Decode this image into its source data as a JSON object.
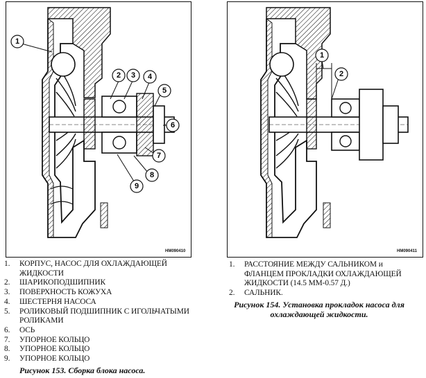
{
  "figure153": {
    "code": "HM090410",
    "callouts": [
      "1",
      "2",
      "3",
      "4",
      "5",
      "6",
      "7",
      "8",
      "9"
    ],
    "legend": [
      {
        "num": "1.",
        "text": "КОРПУС, НАСОС ДЛЯ ОХЛАЖДАЮЩЕЙ\nЖИДКОСТИ"
      },
      {
        "num": "2.",
        "text": "ШАРИКОПОДШИПНИК"
      },
      {
        "num": "3.",
        "text": "ПОВЕРХНОСТЬ КОЖУХА"
      },
      {
        "num": "4.",
        "text": "ШЕСТЕРНЯ НАСОСА"
      },
      {
        "num": "5.",
        "text": "РОЛИКОВЫЙ ПОДШИПНИК С ИГОЛЬЧАТЫМИ\nРОЛИКАМИ"
      },
      {
        "num": "6.",
        "text": "ОСЬ"
      },
      {
        "num": "7.",
        "text": "УПОРНОЕ КОЛЬЦО"
      },
      {
        "num": "8.",
        "text": "УПОРНОЕ КОЛЬЦО"
      },
      {
        "num": "9.",
        "text": "УПОРНОЕ КОЛЬЦО"
      }
    ],
    "caption": "Рисунок 153. Сборка блока насоса."
  },
  "figure154": {
    "code": "HM090411",
    "callouts": [
      "1",
      "2"
    ],
    "legend": [
      {
        "num": "1.",
        "text": "РАССТОЯНИЕ МЕЖДУ САЛЬНИКОМ и\nФЛАНЦЕМ ПРОКЛАДКИ ОХЛАЖДАЮЩЕЙ\nЖИДКОСТИ (14.5 ММ-0.57 Д.)"
      },
      {
        "num": "2.",
        "text": "САЛЬНИК."
      }
    ],
    "caption": "Рисунок 154. Установка прокладок насоса для\nохлаждающей жидкости."
  }
}
